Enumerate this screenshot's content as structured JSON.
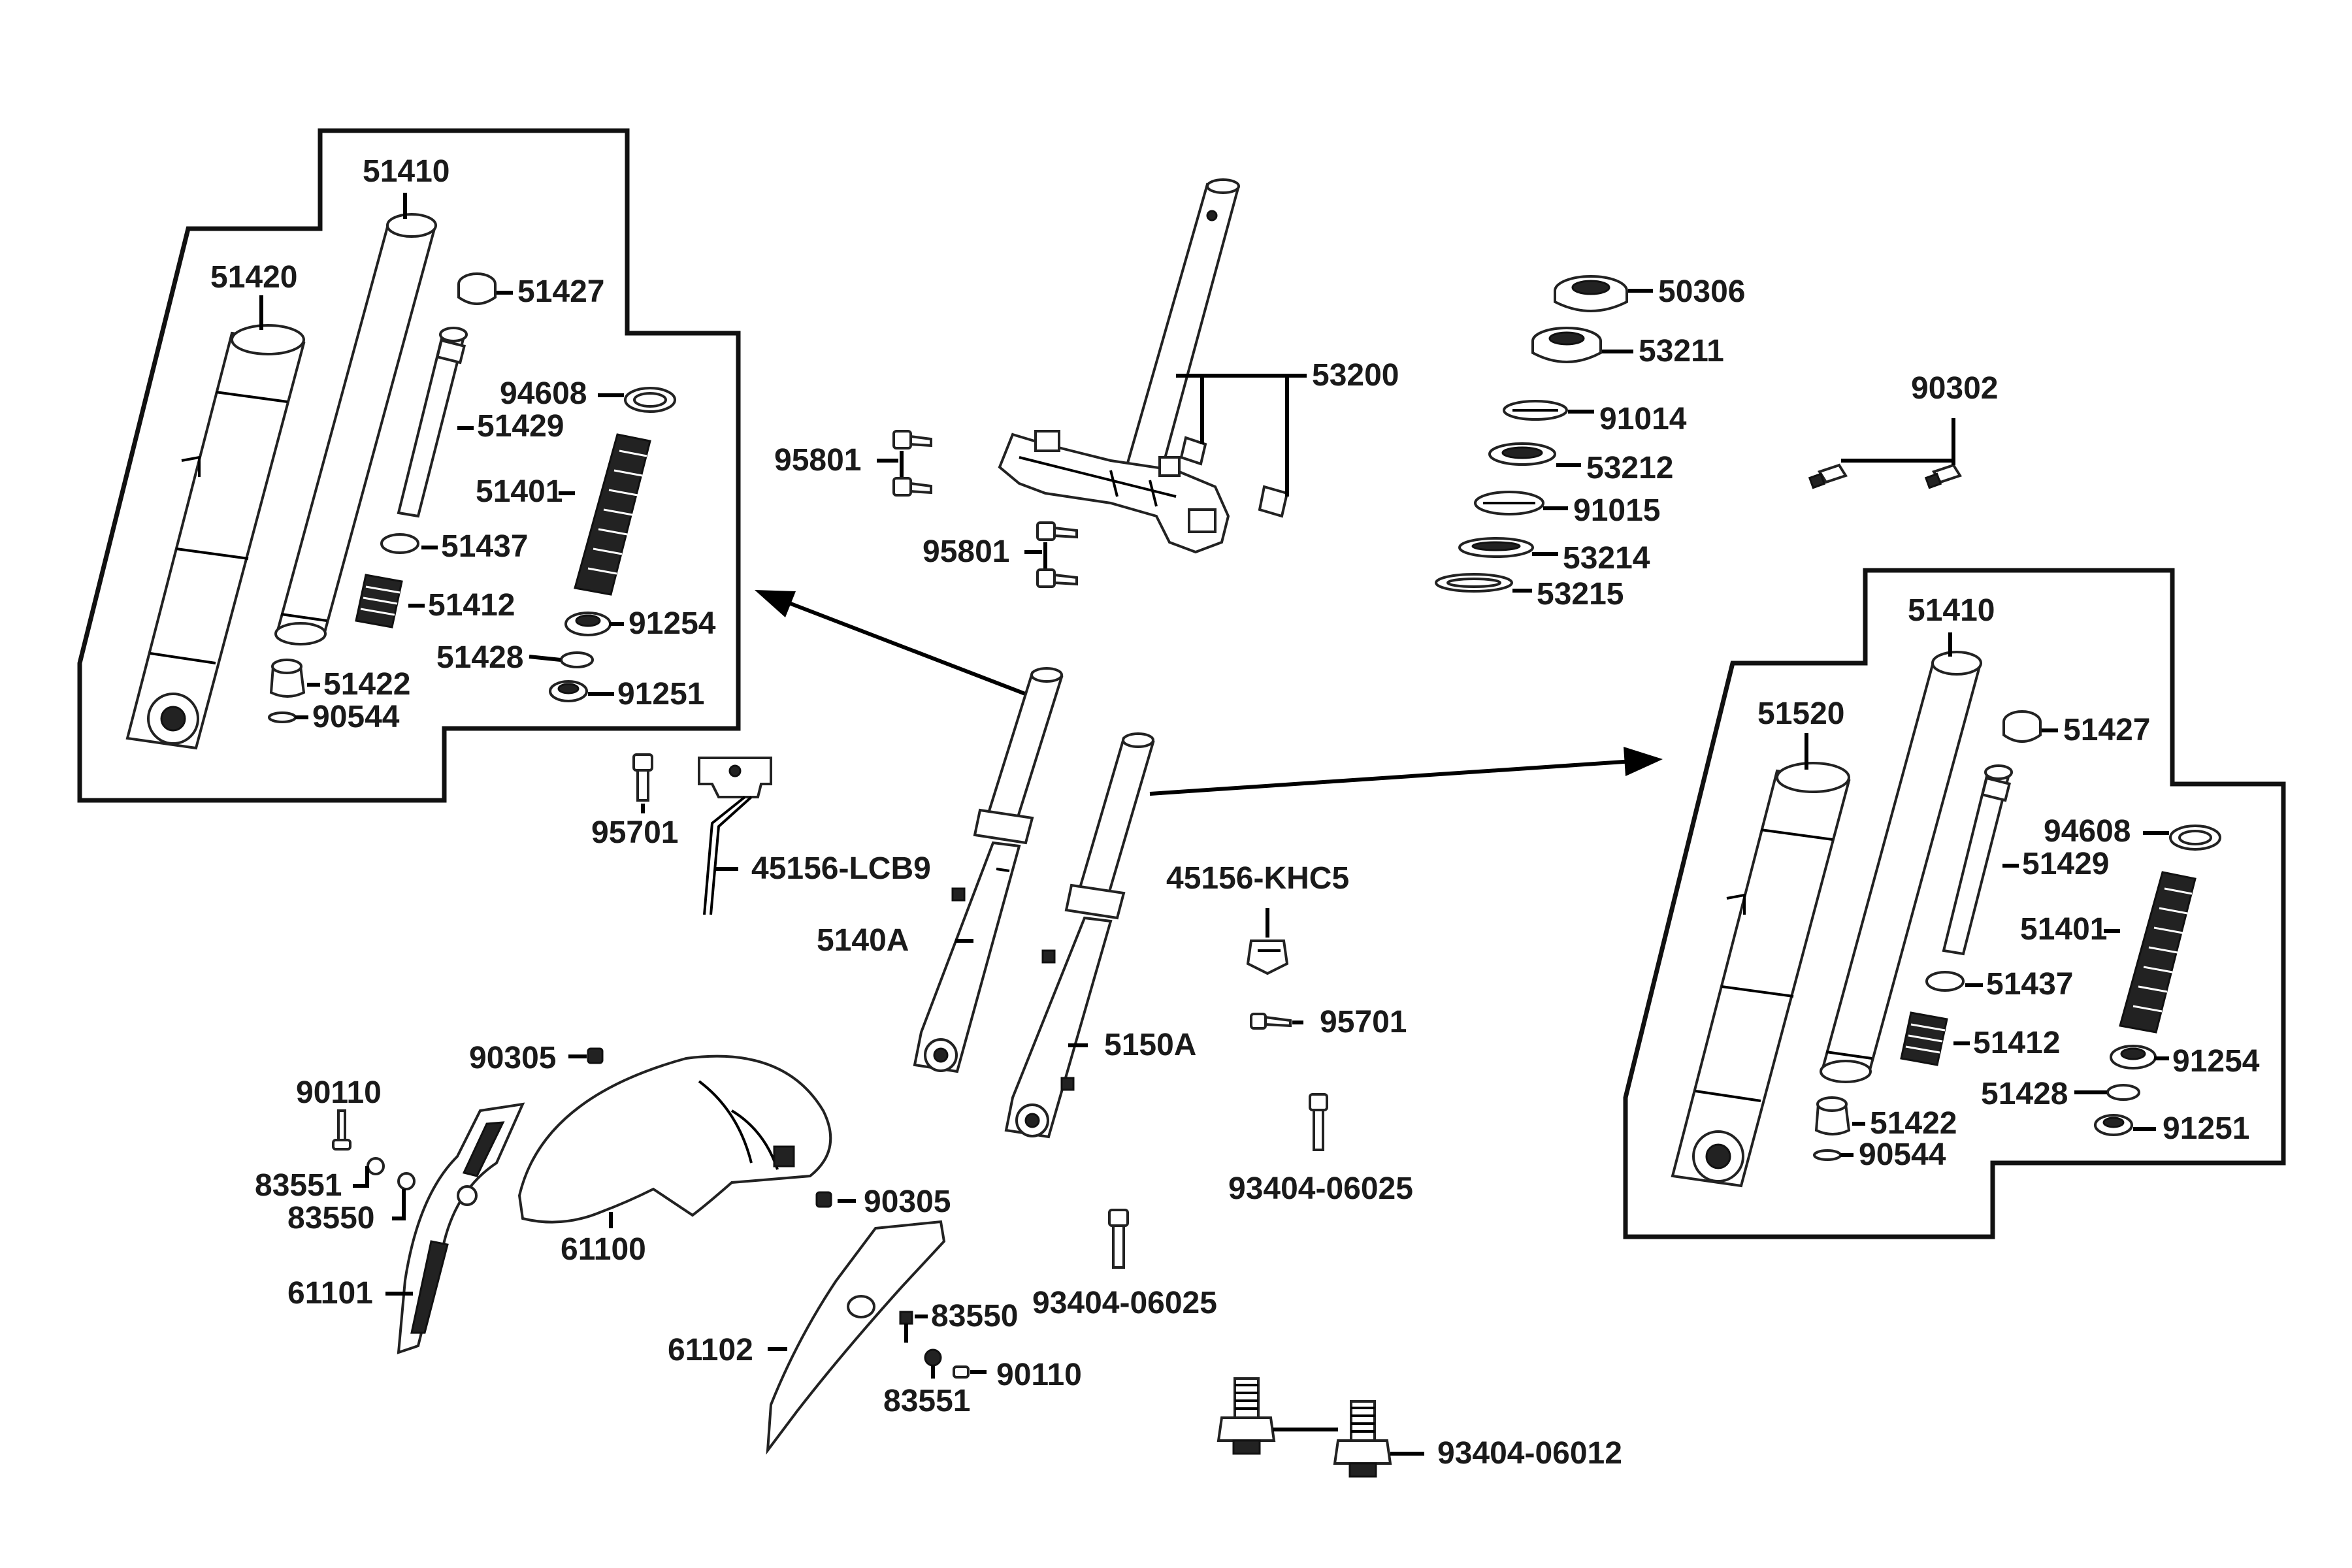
{
  "labels": {
    "l_51410_a": "51410",
    "l_51420": "51420",
    "l_51427_a": "51427",
    "l_94608_a": "94608",
    "l_51429_a": "51429",
    "l_51401_a": "51401",
    "l_51437_a": "51437",
    "l_51412_a": "51412",
    "l_91254_a": "91254",
    "l_51428_a": "51428",
    "l_51422_a": "51422",
    "l_91251_a": "91251",
    "l_90544_a": "90544",
    "l_95801_a": "95801",
    "l_95801_b": "95801",
    "l_53200": "53200",
    "l_50306": "50306",
    "l_53211": "53211",
    "l_91014": "91014",
    "l_53212": "53212",
    "l_91015": "91015",
    "l_53214": "53214",
    "l_53215": "53215",
    "l_90302": "90302",
    "l_51410_b": "51410",
    "l_51520": "51520",
    "l_51427_b": "51427",
    "l_94608_b": "94608",
    "l_51429_b": "51429",
    "l_51401_b": "51401",
    "l_51437_b": "51437",
    "l_51412_b": "51412",
    "l_91254_b": "91254",
    "l_51428_b": "51428",
    "l_51422_b": "51422",
    "l_91251_b": "91251",
    "l_90544_b": "90544",
    "l_95701_a": "95701",
    "l_45156_lcb9": "45156-LCB9",
    "l_5140a": "5140A",
    "l_45156_khc5": "45156-KHC5",
    "l_95701_b": "95701",
    "l_5150a": "5150A",
    "l_90305_a": "90305",
    "l_90110_a": "90110",
    "l_83551_a": "83551",
    "l_83550_a": "83550",
    "l_61101": "61101",
    "l_61100": "61100",
    "l_90305_b": "90305",
    "l_93404_06025_a": "93404-06025",
    "l_93404_06025_b": "93404-06025",
    "l_83550_b": "83550",
    "l_61102": "61102",
    "l_90110_b": "90110",
    "l_83551_b": "83551",
    "l_93404_06012": "93404-06012"
  }
}
